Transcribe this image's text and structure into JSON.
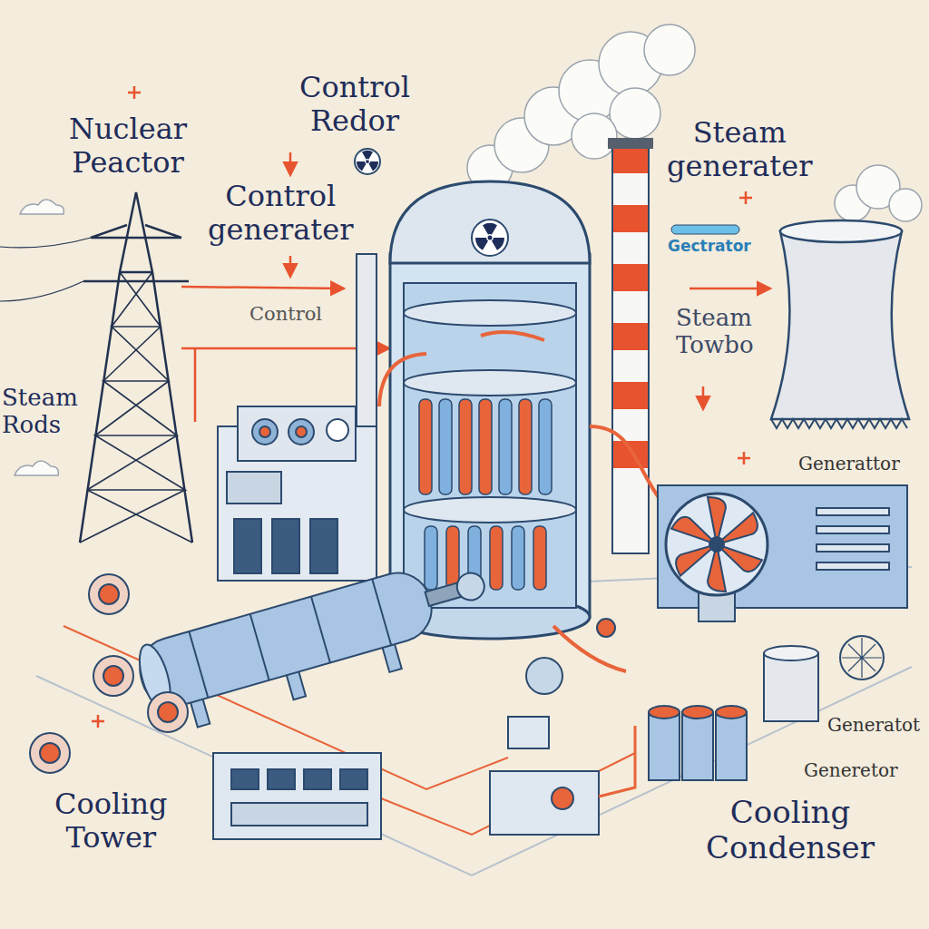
{
  "diagram": {
    "labels": [
      "Control Redor",
      "Nuclear Peactor",
      "Steam generater",
      "Control generater",
      "Gectrator",
      "Control",
      "Steam Towbo",
      "Steam Rods",
      "Generattor",
      "Generatot",
      "Generetor",
      "Cooling Tower",
      "Cooling Condenser"
    ]
  }
}
